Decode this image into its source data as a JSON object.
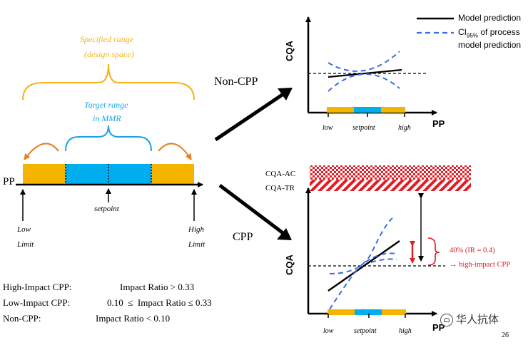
{
  "left_panel": {
    "specified_range": "Specified range",
    "design_space": "(design space)",
    "target_range": "Target range",
    "in_mmr": "in MMR",
    "pp": "PP",
    "setpoint": "setpoint",
    "low": "Low",
    "high": "High",
    "limit": "Limit"
  },
  "definitions": [
    {
      "category": "High-Impact CPP:",
      "rule": "Impact Ratio > 0.33"
    },
    {
      "category": "Low-Impact CPP:",
      "rule": "0.10  ≤  Impact Ratio ≤ 0.33"
    },
    {
      "category": "Non-CPP:",
      "rule": "Impact Ratio < 0.10"
    }
  ],
  "labels": {
    "non_cpp": "Non-CPP",
    "cpp": "CPP"
  },
  "legend": {
    "model": "Model prediction",
    "ci_prefix": "CI",
    "ci_sub": "95%",
    "ci_rest": " of process",
    "ci_line2": "model prediction"
  },
  "top_chart": {
    "ylabel": "CQA",
    "xlabel": "PP",
    "ticks": [
      "low",
      "setpoint",
      "high"
    ]
  },
  "bottom_chart": {
    "ylabel": "CQA",
    "xlabel": "PP",
    "ticks": [
      "low",
      "setpoint",
      "high"
    ],
    "cqa_ac": "CQA-AC",
    "cqa_tr": "CQA-TR",
    "note_pct": "40% (IR = 0.4)",
    "note_impact": "→ high-impact CPP"
  },
  "page_number": "26",
  "watermark": "华人抗体",
  "colors": {
    "orange": "#f5b400",
    "blue": "#00aeef",
    "red": "#e31b23",
    "dash_blue": "#3d6de0",
    "bracket_orange": "#f7b21a"
  }
}
